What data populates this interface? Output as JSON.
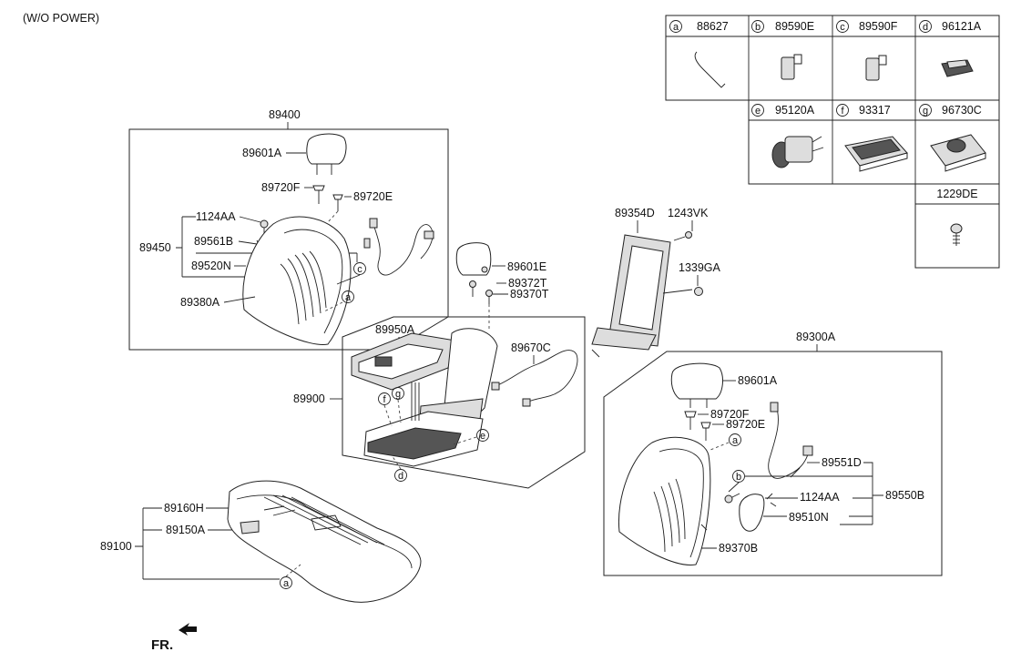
{
  "note": "(W/O POWER)",
  "direction_marker": "FR.",
  "legend": [
    {
      "letter": "a",
      "part": "88627"
    },
    {
      "letter": "b",
      "part": "89590E"
    },
    {
      "letter": "c",
      "part": "89590F"
    },
    {
      "letter": "d",
      "part": "96121A"
    },
    {
      "letter": "e",
      "part": "95120A"
    },
    {
      "letter": "f",
      "part": "93317"
    },
    {
      "letter": "g",
      "part": "96730C"
    },
    {
      "letter": "",
      "part": "1229DE"
    }
  ],
  "groups": {
    "left_seatback": "89400",
    "right_seatback": "89300A",
    "armrest": "89900",
    "cushion": "89100",
    "side_marker_450": "89450",
    "side_marker_550b": "89550B"
  },
  "labels": {
    "l_89601A_left": "89601A",
    "l_89720F_left": "89720F",
    "l_89720E_left": "89720E",
    "l_1124AA_left": "1124AA",
    "l_89561B": "89561B",
    "l_89520N": "89520N",
    "l_89380A": "89380A",
    "l_89601E": "89601E",
    "l_89372T": "89372T",
    "l_89370T": "89370T",
    "l_89950A": "89950A",
    "l_89670C": "89670C",
    "l_89354D": "89354D",
    "l_1243VK": "1243VK",
    "l_1339GA": "1339GA",
    "l_89601A_right": "89601A",
    "l_89720F_right": "89720F",
    "l_89720E_right": "89720E",
    "l_89551D": "89551D",
    "l_1124AA_right": "1124AA",
    "l_89510N": "89510N",
    "l_89370B": "89370B",
    "l_89160H": "89160H",
    "l_89150A": "89150A"
  },
  "callouts": {
    "c_left_c": "c",
    "c_left_a": "a",
    "c_arm_f": "f",
    "c_arm_g": "g",
    "c_arm_e": "e",
    "c_arm_d": "d",
    "c_right_a": "a",
    "c_right_b": "b",
    "c_cush_a": "a"
  }
}
